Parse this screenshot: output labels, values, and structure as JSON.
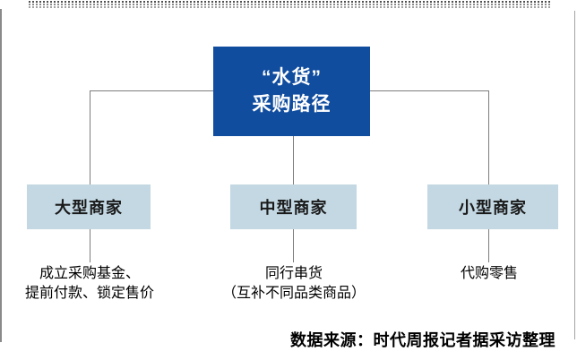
{
  "root_node": {
    "line1": "“水货”",
    "line2": "采购路径"
  },
  "branches": [
    {
      "label": "大型商家",
      "desc_lines": [
        "成立采购基金、",
        "提前付款、锁定售价"
      ]
    },
    {
      "label": "中型商家",
      "desc_lines": [
        "同行串货",
        "（互补不同品类商品）"
      ]
    },
    {
      "label": "小型商家",
      "desc_lines": [
        "代购零售"
      ]
    }
  ],
  "source_note": "数据来源：时代周报记者据采访整理",
  "colors": {
    "root_box_bg": "#114d9f",
    "root_box_text": "#ffffff",
    "branch_box_bg": "#c3d8e3",
    "branch_box_text": "#1a1a1a",
    "connector_line": "#7d7d7d",
    "border_left": "#8a8a8a",
    "border_right": "#a3a3a3",
    "dot_row1": "#4f4f4f",
    "dot_row2": "#8a8a8a",
    "dot_row3": "#a2a2a2"
  }
}
